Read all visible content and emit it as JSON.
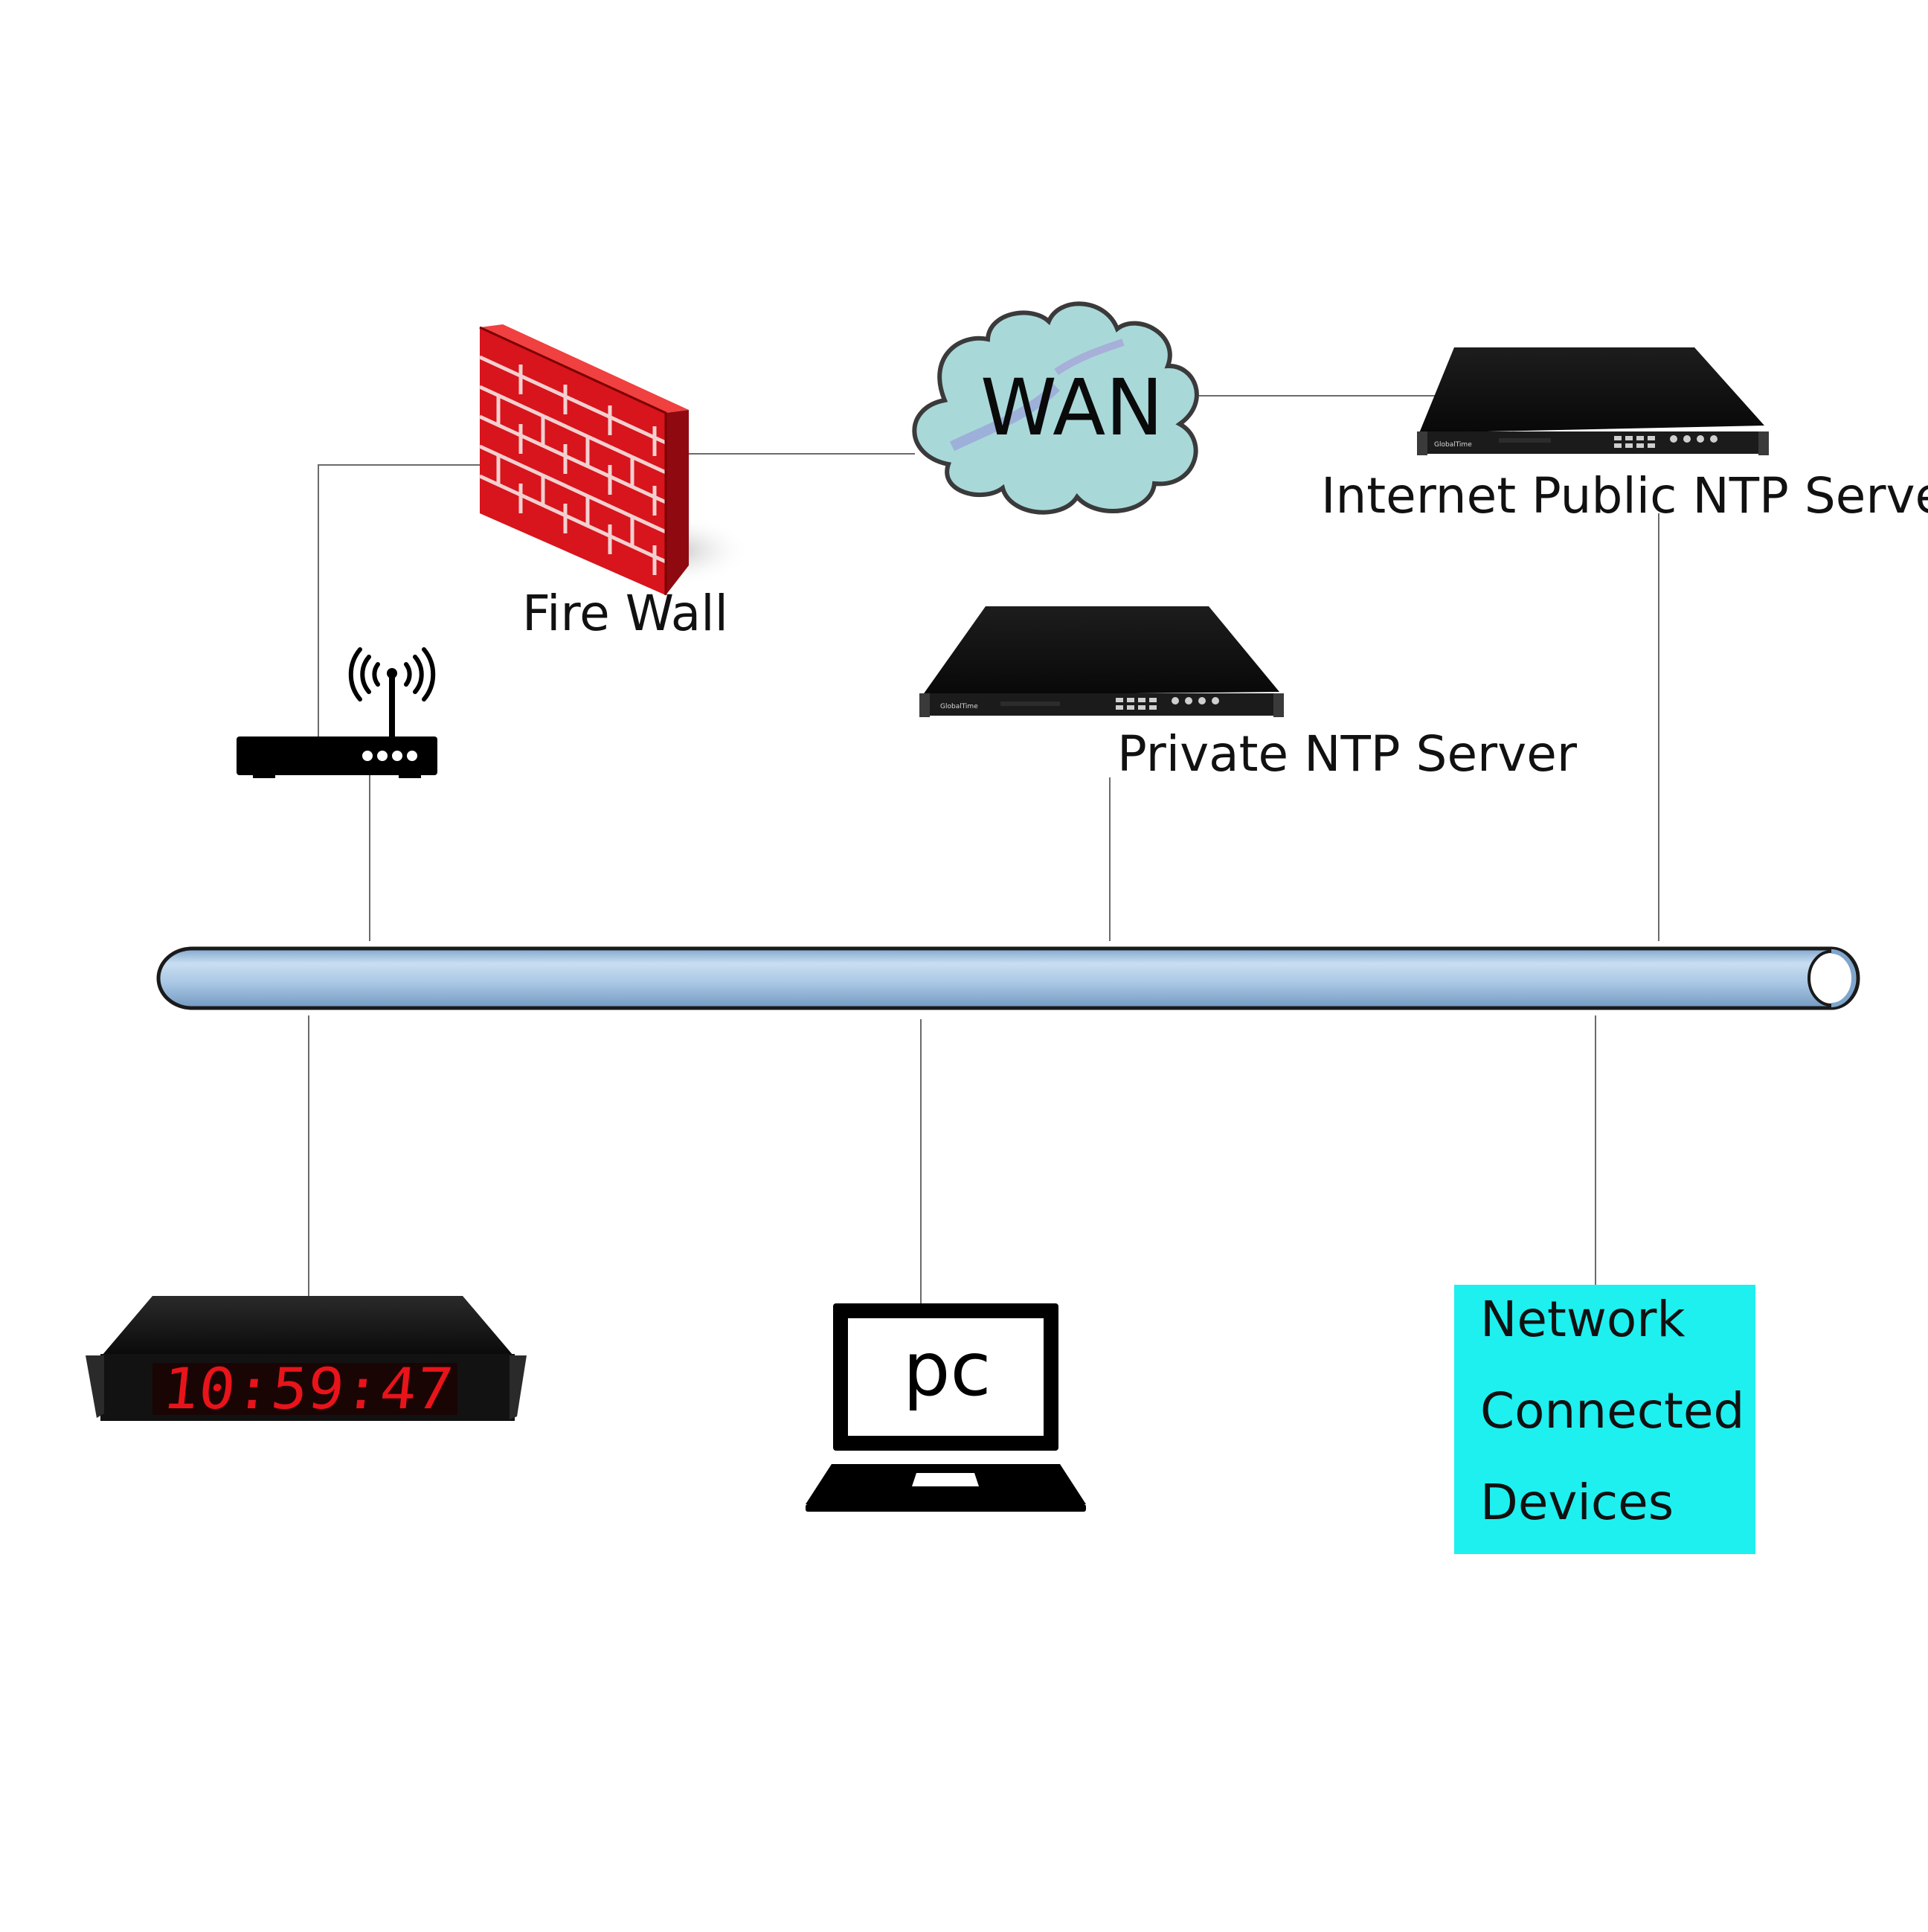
{
  "diagram": {
    "nodes": {
      "wan": {
        "label": "WAN"
      },
      "firewall": {
        "label": "Fire Wall"
      },
      "internet_server": {
        "label": "Internet Public NTP Server",
        "brand": "GlobalTime"
      },
      "private_server": {
        "label": "Private NTP Server",
        "brand": "GlobalTime"
      },
      "router": {
        "icon": "wifi-router-icon"
      },
      "clock": {
        "display": "10:59:47",
        "display_color": "#e8141a"
      },
      "pc": {
        "label": "pc",
        "icon": "laptop-icon"
      },
      "devices": {
        "lines": [
          "Network",
          "Connected",
          "Devices"
        ]
      }
    },
    "colors": {
      "devices_box": "#1ef0f0",
      "cloud_fill": "#a9d8d9",
      "bus_fill": "#a9c8e6",
      "brick_red": "#d8141c"
    }
  }
}
